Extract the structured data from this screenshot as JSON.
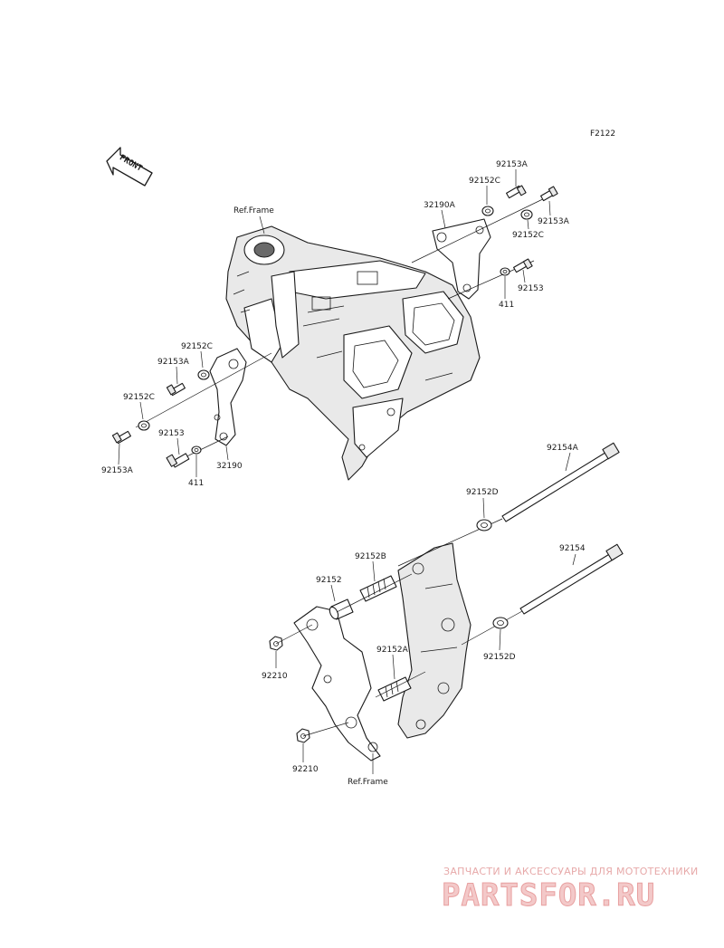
{
  "diagram_id": "F2122",
  "front_label": "FRONT",
  "ref_frame_labels": [
    "Ref.Frame",
    "Ref.Frame"
  ],
  "part_labels": {
    "p_92153A_top": "92153A",
    "p_92152C_top": "92152C",
    "p_32190A": "32190A",
    "p_92153A_right": "92153A",
    "p_92152C_right": "92152C",
    "p_92153_right": "92153",
    "p_411_right": "411",
    "p_92152C_left1": "92152C",
    "p_92153A_left1": "92153A",
    "p_92152C_left2": "92152C",
    "p_92153A_left2": "92153A",
    "p_92153_left": "92153",
    "p_411_left": "411",
    "p_32190": "32190",
    "p_92154A": "92154A",
    "p_92152D_top": "92152D",
    "p_92152B": "92152B",
    "p_92152": "92152",
    "p_92154": "92154",
    "p_92152A": "92152A",
    "p_92152D_bottom": "92152D",
    "p_92210_top": "92210",
    "p_92210_bottom": "92210"
  },
  "watermark": {
    "tagline": "ЗАПЧАСТИ И АКСЕССУАРЫ ДЛЯ МОТОТЕХНИКИ",
    "logo": "PARTSFOR.RU"
  }
}
